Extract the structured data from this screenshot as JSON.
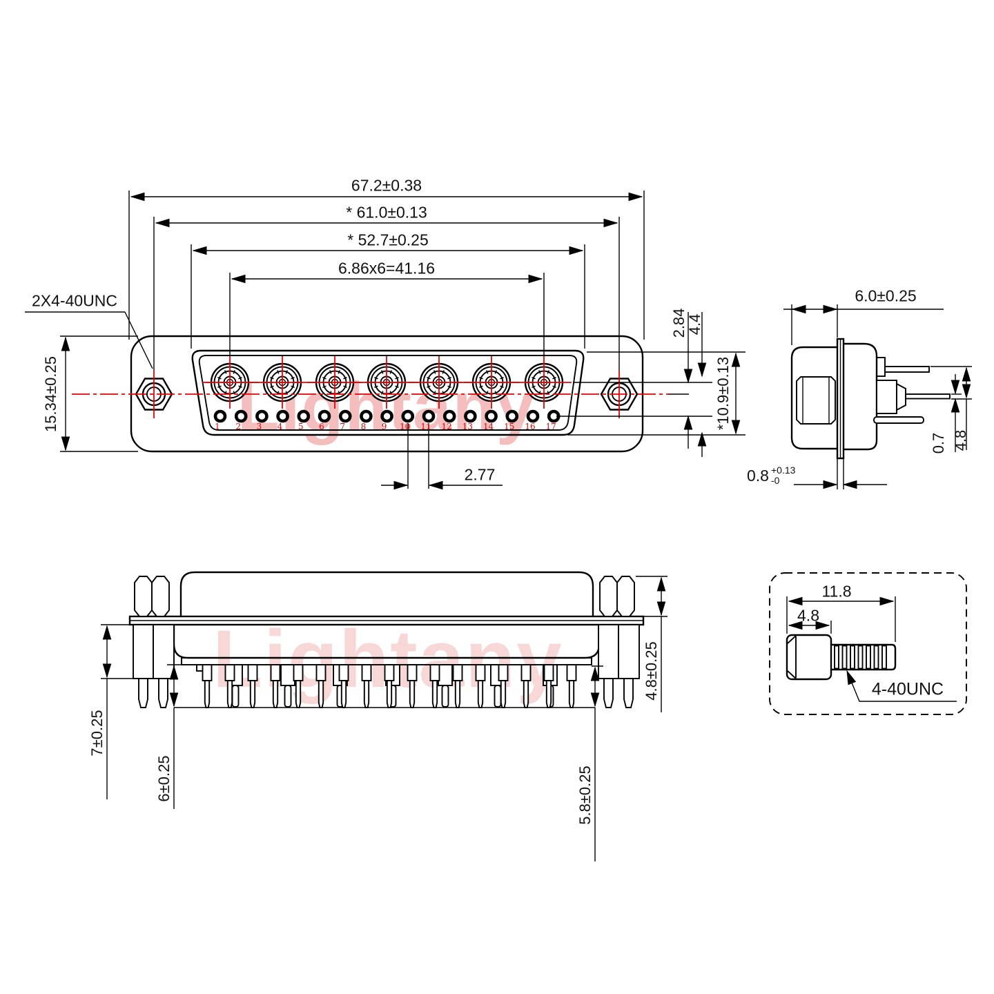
{
  "watermark": "Lightany",
  "front_view": {
    "thread_label": "2X4-40UNC",
    "dims": {
      "overall_width": "67.2±0.38",
      "mount_span": "* 61.0±0.13",
      "shell_width": "* 52.7±0.25",
      "contact_pitch": "6.86x6=41.16",
      "height": "15.34±0.25",
      "row_offset_a": "2.84",
      "row_offset_b": "4.4",
      "cutout_height": "*10.9±0.13",
      "pin_pitch": "2.77"
    },
    "pin_numbers": [
      "1",
      "2",
      "3",
      "4",
      "5",
      "6",
      "7",
      "8",
      "9",
      "10",
      "11",
      "12",
      "13",
      "14",
      "15",
      "16",
      "17"
    ]
  },
  "side_view": {
    "dims": {
      "body_depth": "6.0±0.25",
      "flange_thickness": "0.8",
      "flange_tol_plus": "+0.13",
      "flange_tol_minus": "-0",
      "wire_dia": "0.7",
      "pin_length": "4.8"
    }
  },
  "bottom_view": {
    "dims": {
      "standoff_length": "7±0.25",
      "pin_length_a": "6±0.25",
      "pin_length_b": "5.8±0.25",
      "standoff_height": "4.8±0.25"
    }
  },
  "screw_detail": {
    "dims": {
      "total_length": "11.8",
      "head_length": "4.8"
    },
    "thread_label": "4-40UNC"
  },
  "colors": {
    "line": "#000000",
    "centerline": "#e80000"
  }
}
